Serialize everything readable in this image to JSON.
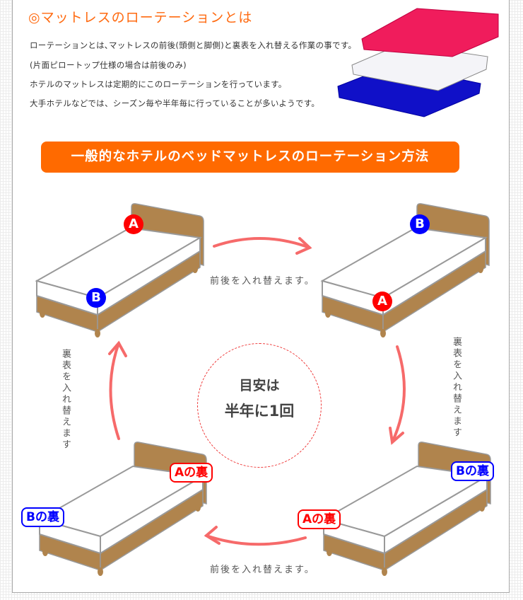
{
  "header": {
    "title": "◎マットレスのローテーションとは"
  },
  "intro": [
    "ローテーションとは､マットレスの前後(頭側と脚側)と裏表を入れ替える作業の事です。",
    "(片面ピロートップ仕様の場合は前後のみ)",
    "ホテルのマットレスは定期的にこのローテーションを行っています。",
    "大手ホテルなどでは、シーズン毎や半年毎に行っていることが多いようです。"
  ],
  "banner": "一般的なホテルのベッドマットレスのローテーション方法",
  "steps": {
    "front_back_top": "前後を入れ替えます。",
    "flip_right": "裏表を入れ替えます",
    "front_back_bottom": "前後を入れ替えます。",
    "flip_left": "裏表を入れ替えます"
  },
  "center": {
    "line1": "目安は",
    "line2": "半年に1回"
  },
  "labels": {
    "a": "A",
    "b": "B",
    "a_back": "Aの裏",
    "b_back": "Bの裏"
  },
  "colors": {
    "accent": "#ff6a00",
    "side_a": "#ff0000",
    "side_b": "#0000ff",
    "arrow": "#f66a6a",
    "bed": "#b0844d"
  }
}
